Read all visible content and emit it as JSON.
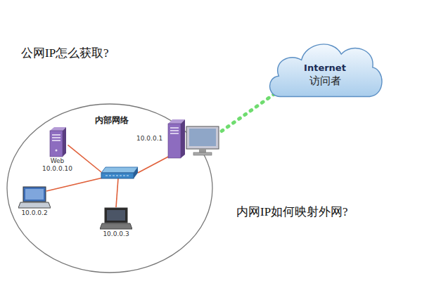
{
  "diagram": {
    "nodes": [
      {
        "text": [
          "Internet",
          "访问者"
        ]
      },
      {
        "text": [
          "内部网络"
        ]
      },
      {
        "text": [
          "Web",
          "10.0.0.10"
        ],
        "in": 1
      },
      {
        "text": [
          "10.0.0.1"
        ],
        "in": 1
      },
      {
        "text": [
          "10.0.0.2"
        ],
        "in": 1
      },
      {
        "text": [
          "10.0.0.3"
        ],
        "in": 1
      }
    ],
    "edges": [
      {
        "from": 3,
        "to": 0,
        "arrow": "none"
      }
    ],
    "labels": [
      "公网IP怎么获取?",
      "内网IP如何映射外网?"
    ]
  }
}
